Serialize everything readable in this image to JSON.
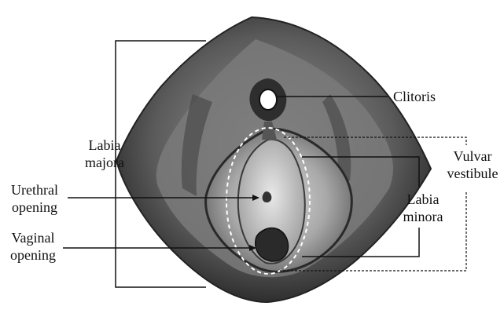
{
  "labels": {
    "labia_majora": [
      "Labia",
      "majora"
    ],
    "clitoris": "Clitoris",
    "vulvar_vestibule": [
      "Vulvar",
      "vestibule"
    ],
    "urethral_opening": [
      "Urethral",
      "opening"
    ],
    "vaginal_opening": [
      "Vaginal",
      "opening"
    ],
    "labia_minora": [
      "Labia",
      "minora"
    ]
  }
}
